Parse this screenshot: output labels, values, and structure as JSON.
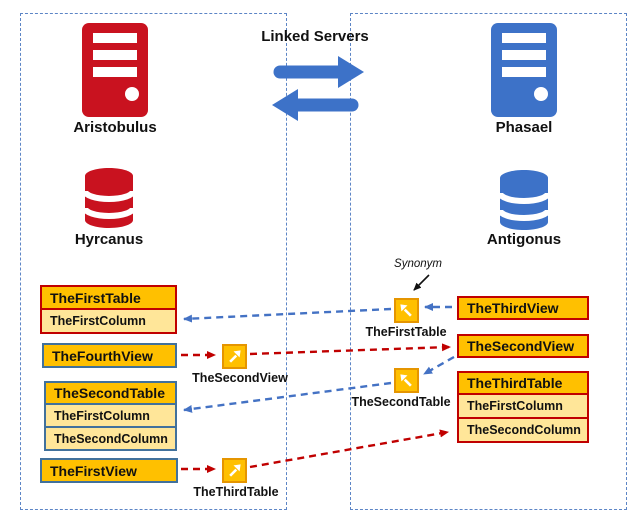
{
  "title": {
    "linked_servers_label": "Linked Servers"
  },
  "annotation": {
    "synonym_label": "Synonym"
  },
  "colors": {
    "table_border_red": "#c00000",
    "view_border_blue": "#41719c",
    "header_orange": "#ffc000",
    "row_light_orange": "#ffe699",
    "synonym_icon_border": "#e59500",
    "server_icon_red": "#c9121f",
    "server_icon_blue": "#3d72c8",
    "connector_blue": "#4472c4",
    "connector_red": "#c00000",
    "dashed_frame_blue": "#5c85c6"
  },
  "left": {
    "server_name": "Aristobulus",
    "database_name": "Hyrcanus",
    "first_table": {
      "header": "TheFirstTable",
      "rows": [
        "TheFirstColumn"
      ]
    },
    "fourth_view": {
      "header": "TheFourthView"
    },
    "second_table": {
      "header": "TheSecondTable",
      "rows": [
        "TheFirstColumn",
        "TheSecondColumn"
      ]
    },
    "first_view": {
      "header": "TheFirstView"
    },
    "synonyms": [
      {
        "label": "TheSecondView"
      },
      {
        "label": "TheThirdTable"
      }
    ]
  },
  "right": {
    "server_name": "Phasael",
    "database_name": "Antigonus",
    "third_view": {
      "header": "TheThirdView"
    },
    "second_view": {
      "header": "TheSecondView"
    },
    "third_table": {
      "header": "TheThirdTable",
      "rows": [
        "TheFirstColumn",
        "TheSecondColumn"
      ]
    },
    "synonyms": [
      {
        "label": "TheFirstTable"
      },
      {
        "label": "TheSecondTable"
      }
    ]
  }
}
